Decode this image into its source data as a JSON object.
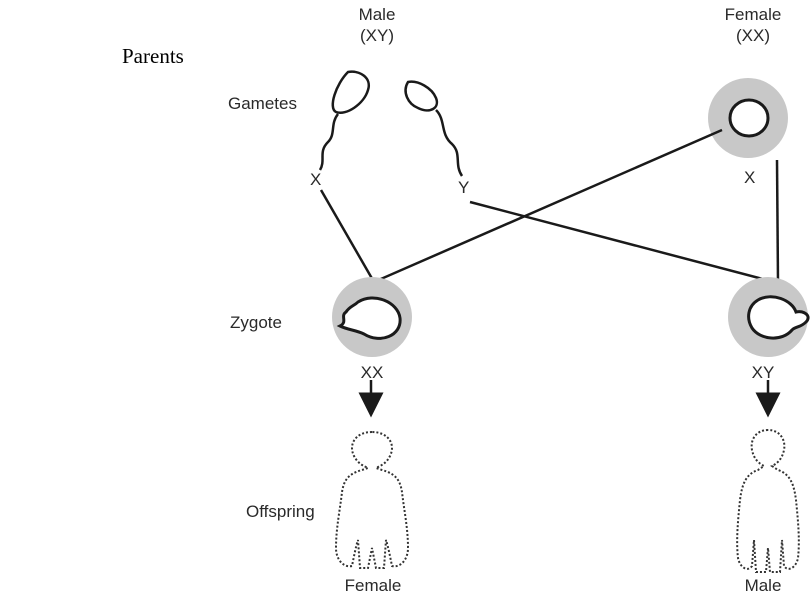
{
  "parents_label": "Parents",
  "male_parent": {
    "label": "Male",
    "genotype": "(XY)"
  },
  "female_parent": {
    "label": "Female",
    "genotype": "(XX)"
  },
  "gametes_label": "Gametes",
  "gamete_labels": {
    "sperm_x": "X",
    "sperm_y": "Y",
    "egg_x": "X"
  },
  "zygote_label": "Zygote",
  "zygote_genotypes": {
    "left": "XX",
    "right": "XY"
  },
  "offspring_label": "Offspring",
  "offspring_sexes": {
    "left": "Female",
    "right": "Male"
  },
  "colors": {
    "ring": "#c8c8c8",
    "line": "#1a1a1a",
    "text": "#2a2a2a"
  }
}
